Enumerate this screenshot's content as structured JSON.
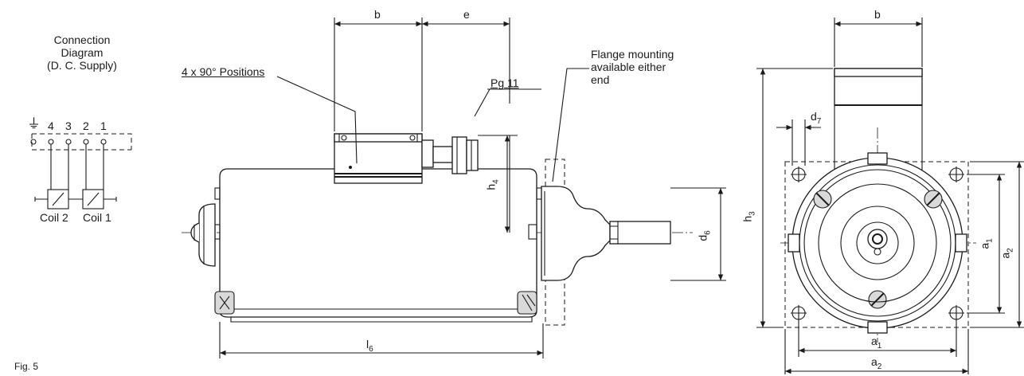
{
  "connection": {
    "title_line1": "Connection",
    "title_line2": "Diagram",
    "title_line3": "(D. C. Supply)",
    "terminals": [
      "4",
      "3",
      "2",
      "1"
    ],
    "ground_symbol": "⏚",
    "coil_left": "Coil 2",
    "coil_right": "Coil 1"
  },
  "figure_label": "Fig. 5",
  "side_view": {
    "positions_note": "4 x 90° Positions",
    "pg_label": "Pg 11",
    "flange_note_line1": "Flange mounting",
    "flange_note_line2": "available either",
    "flange_note_line3": "end",
    "dim_b": "b",
    "dim_e": "e",
    "dim_h": "h",
    "dim_h_sub": "4",
    "dim_d": "d",
    "dim_d_sub": "6",
    "dim_l": "l",
    "dim_l_sub": "6"
  },
  "front_view": {
    "dim_b": "b",
    "dim_d": "d",
    "dim_d_sub": "7",
    "dim_h": "h",
    "dim_h_sub": "3",
    "dim_a1": "a",
    "dim_a1_sub": "1",
    "dim_a2": "a",
    "dim_a2_sub": "2"
  }
}
